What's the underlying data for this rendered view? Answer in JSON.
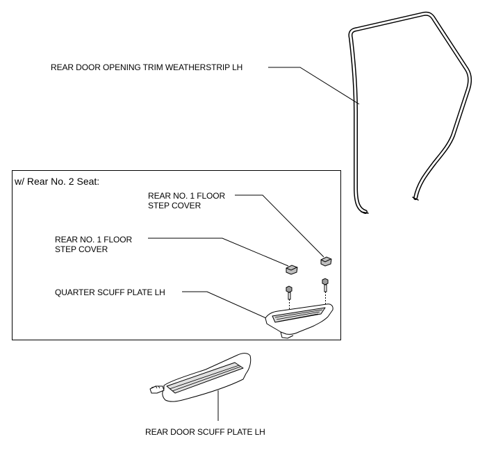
{
  "labels": {
    "weatherstrip": "REAR DOOR OPENING TRIM WEATHERSTRIP LH",
    "step_cover_right": [
      "REAR NO. 1 FLOOR",
      "STEP COVER"
    ],
    "step_cover_left": [
      "REAR NO. 1 FLOOR",
      "STEP COVER"
    ],
    "quarter_scuff": "QUARTER SCUFF PLATE LH",
    "door_scuff": "REAR DOOR SCUFF PLATE LH"
  },
  "variant_box": {
    "title": "w/ Rear No. 2 Seat:"
  },
  "colors": {
    "line": "#000000",
    "part_fill": "#ffffff",
    "shade": "#c8c8c8"
  }
}
